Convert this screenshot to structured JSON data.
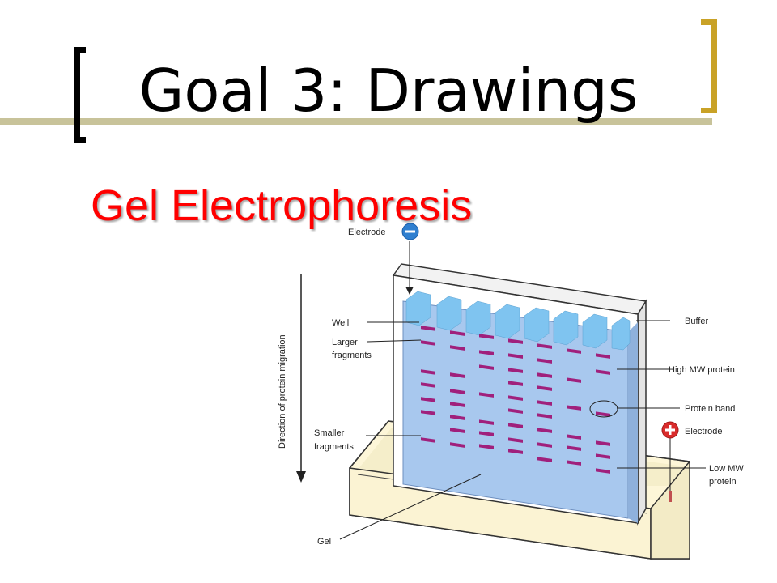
{
  "slide": {
    "title": "Goal 3: Drawings",
    "subtitle": "Gel Electrophoresis",
    "colors": {
      "title": "#000000",
      "subtitle": "#ff0000",
      "bracket_left": "#000000",
      "bracket_right": "#c9a227",
      "rule": "#c8c39a",
      "gel": "#a8c8ee",
      "band": "#a0207c"
    }
  },
  "diagram": {
    "labels": {
      "electrode_top": "Electrode",
      "well": "Well",
      "larger_fragments_1": "Larger",
      "larger_fragments_2": "fragments",
      "smaller_fragments_1": "Smaller",
      "smaller_fragments_2": "fragments",
      "gel": "Gel",
      "buffer": "Buffer",
      "high_mw_protein": "High MW protein",
      "protein_band": "Protein band",
      "electrode_bottom": "Electrode",
      "low_mw_protein_1": "Low MW",
      "low_mw_protein_2": "protein",
      "direction": "Direction of protein migration"
    },
    "icons": {
      "negative_electrode": "minus-circle-icon",
      "positive_electrode": "plus-circle-icon"
    }
  }
}
